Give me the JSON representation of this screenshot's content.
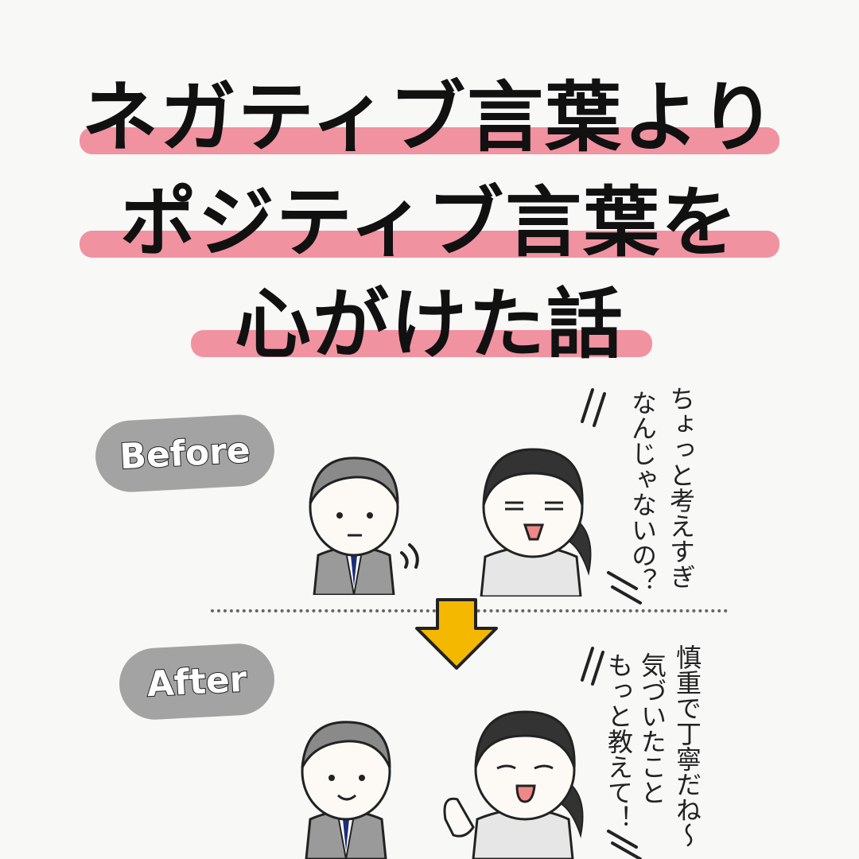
{
  "title": {
    "line1": "ネガティブ言葉より",
    "line2": "ポジティブ言葉を",
    "line3": "心がけた話"
  },
  "before": {
    "label": "Before",
    "speech": [
      "ちょっと考えすぎ",
      "なんじゃないの？"
    ]
  },
  "after": {
    "label": "After",
    "speech": [
      "慎重で丁寧だね～",
      "気づいたこと",
      "もっと教えて！"
    ]
  },
  "colors": {
    "highlight": "#f08c9b",
    "pill": "#a3a3a3",
    "arrow": "#f5b800"
  }
}
